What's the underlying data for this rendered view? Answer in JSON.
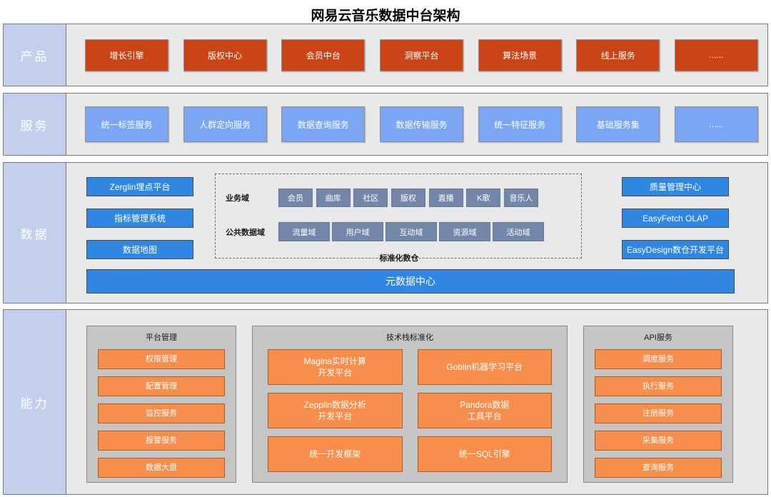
{
  "title": "网易云音乐数据中台架构",
  "colors": {
    "band_background": "#e9e9e9",
    "band_label_background": "#c3cfec",
    "product_box": "#cb4417",
    "service_box": "#7ba6f3",
    "data_box": "#2f87e2",
    "domain_box": "#7486a9",
    "capability_group": "#c5c5c5",
    "capability_box": "#f78e4b"
  },
  "bands": {
    "product": {
      "label": "产品",
      "items": [
        "增长引擎",
        "版权中心",
        "会员中台",
        "洞察平台",
        "算法场景",
        "线上服务",
        "......"
      ]
    },
    "service": {
      "label": "服务",
      "items": [
        "统一标签服务",
        "人群定向服务",
        "数据查询服务",
        "数据传输服务",
        "统一特征服务",
        "基础服务集",
        "......"
      ]
    },
    "data": {
      "label": "数据",
      "left_items": [
        "Zerglin埋点平台",
        "指标管理系统",
        "数据地图"
      ],
      "warehouse": {
        "business_label": "业务域",
        "business_items": [
          "会员",
          "曲库",
          "社区",
          "版权",
          "直播",
          "K歌",
          "音乐人"
        ],
        "common_label": "公共数据域",
        "common_items": [
          "流量域",
          "用户域",
          "互动域",
          "资源域",
          "活动域"
        ],
        "caption": "标准化数仓"
      },
      "right_items": [
        "质量管理中心",
        "EasyFetch OLAP",
        "EasyDesign数仓开发平台"
      ],
      "metadata_bar": "元数据中心"
    },
    "capability": {
      "label": "能力",
      "groups": [
        {
          "title": "平台管理",
          "items": [
            "权限管理",
            "配置管理",
            "监控服务",
            "报警服务",
            "数据大盘"
          ]
        },
        {
          "title": "技术栈标准化",
          "items": [
            "Magina实时计算\n开发平台",
            "Goblin机器学习平台",
            "Zepplin数据分析\n开发平台",
            "Pandora数据\n工具平台",
            "统一开发框架",
            "统一SQL引擎"
          ]
        },
        {
          "title": "API服务",
          "items": [
            "调度服务",
            "执行服务",
            "注册服务",
            "采集服务",
            "查询服务"
          ]
        }
      ]
    }
  }
}
